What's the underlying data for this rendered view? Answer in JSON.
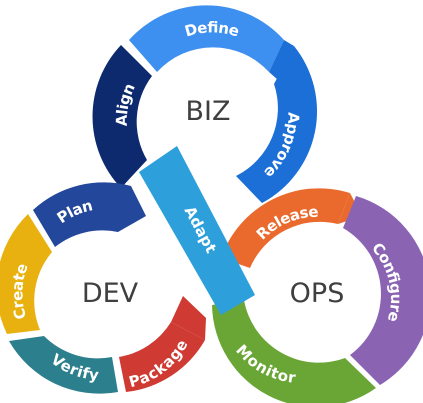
{
  "hubs": {
    "biz": "BIZ",
    "dev": "DEV",
    "ops": "OPS"
  },
  "segments": {
    "define": "Define",
    "approve": "Approve",
    "align": "Align",
    "adapt": "Adapt",
    "plan": "Plan",
    "create": "Create",
    "verify": "Verify",
    "package": "Package",
    "release": "Release",
    "configure": "Configure",
    "monitor": "Monitor"
  },
  "colors": {
    "define": "#3d8ff0",
    "approve": "#1b6fd6",
    "align": "#0d2a6e",
    "adapt": "#2d9fdb",
    "plan": "#23479a",
    "create": "#e8b10f",
    "verify": "#2c7f8c",
    "package": "#cf3a33",
    "release": "#ea6a2e",
    "configure": "#8a63b3",
    "monitor": "#6aa636",
    "hub_text": "#3f3f3f",
    "label_text": "#ffffff"
  }
}
